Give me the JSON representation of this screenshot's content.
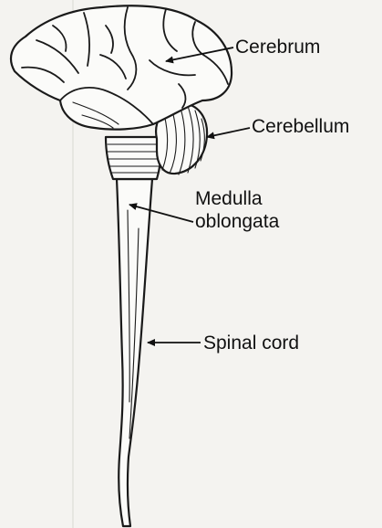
{
  "diagram": {
    "labels": {
      "cerebrum": "Cerebrum",
      "cerebellum": "Cerebellum",
      "medulla_line1": "Medulla",
      "medulla_line2": "oblongata",
      "spinal_cord": "Spinal cord"
    },
    "colors": {
      "background": "#f4f3f0",
      "ink": "#111111",
      "tissue": "#fbfbf9"
    }
  }
}
